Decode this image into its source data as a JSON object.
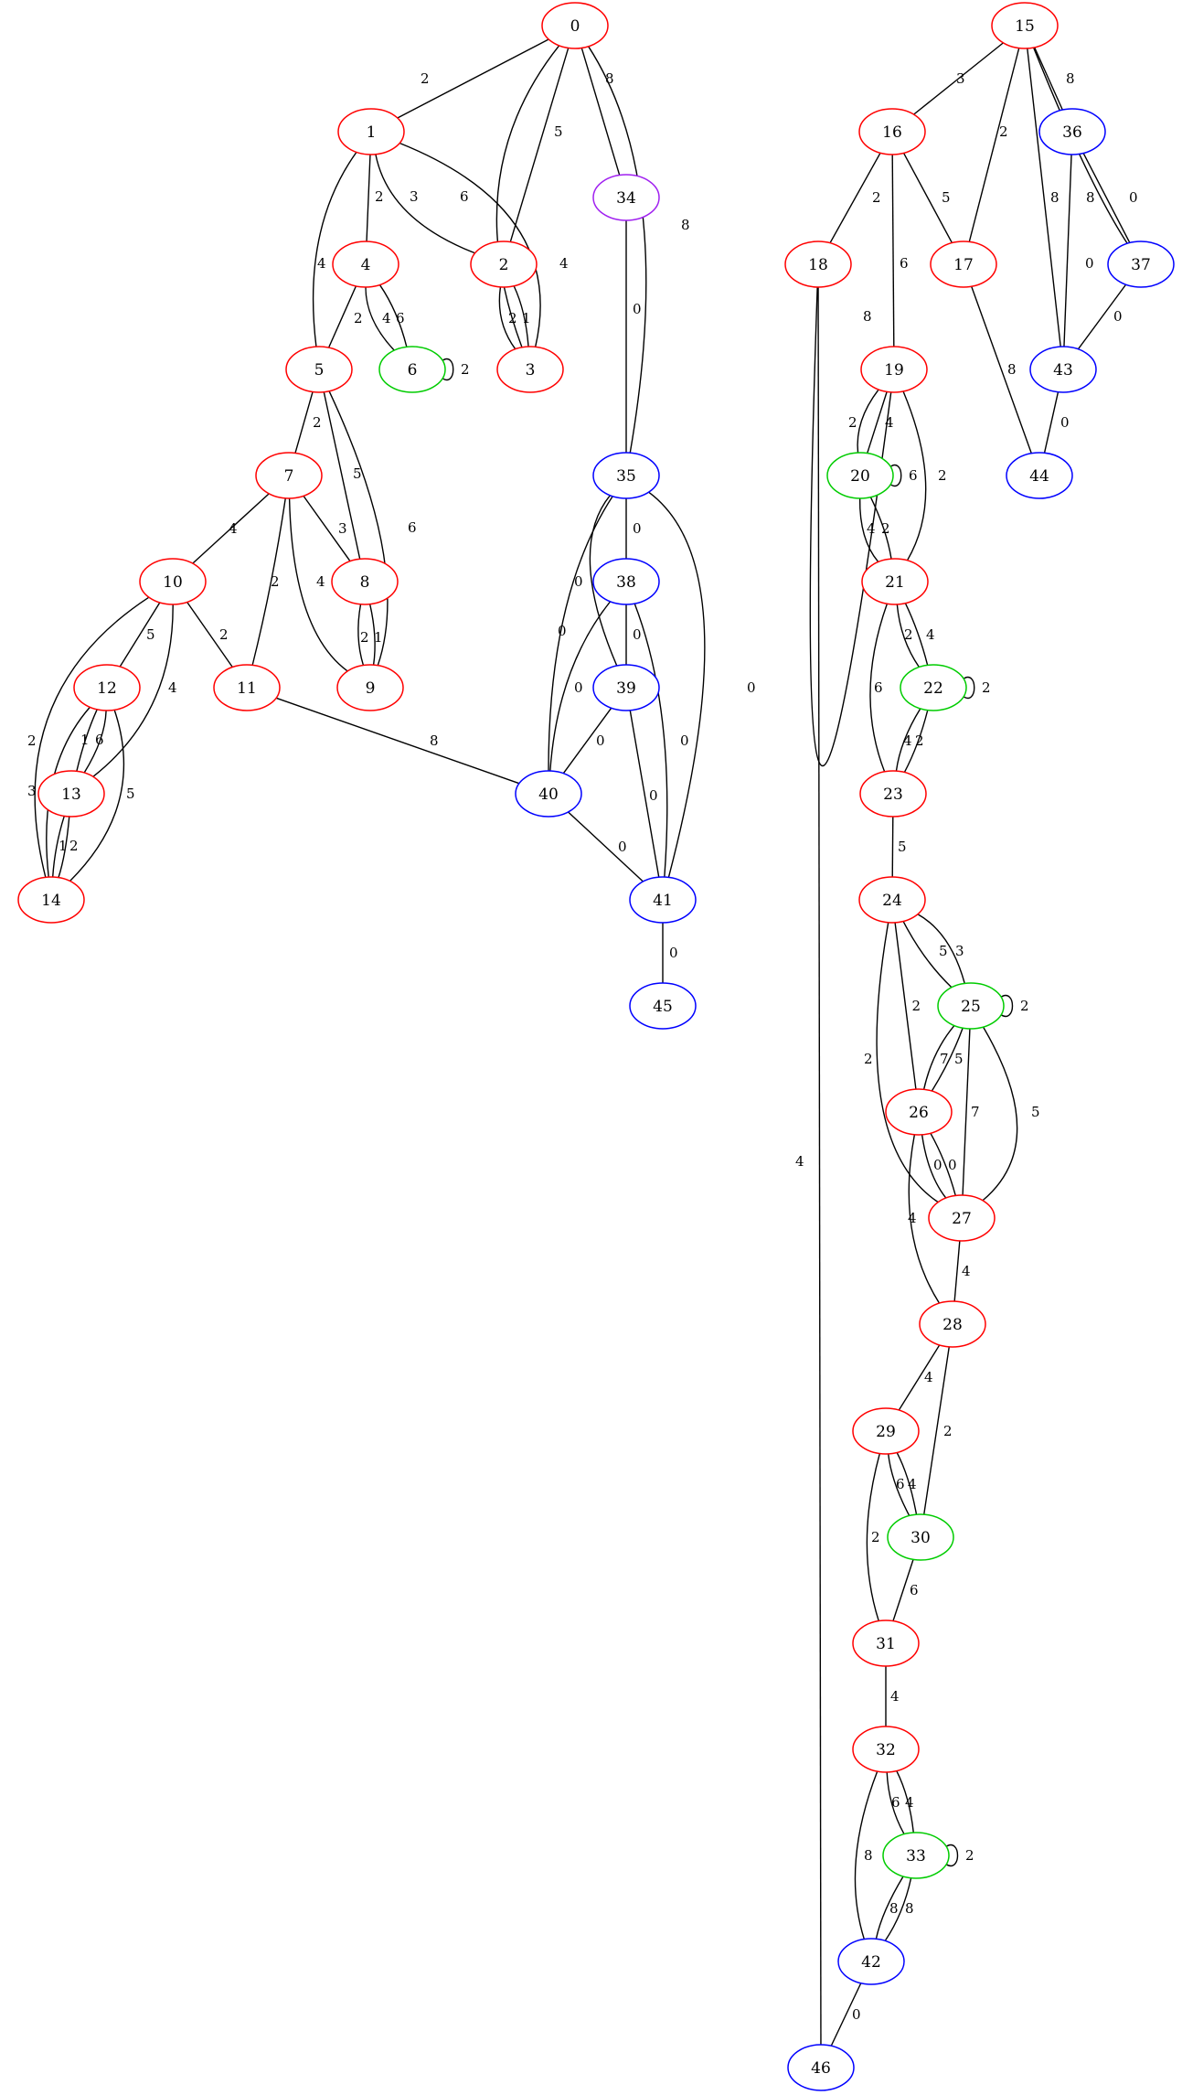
{
  "colors": {
    "red": "#ff0000",
    "green": "#00cc00",
    "blue": "#0000ff",
    "purple": "#a020f0",
    "edge": "#000000"
  },
  "nodes": [
    {
      "id": "0",
      "color": "red"
    },
    {
      "id": "1",
      "color": "red"
    },
    {
      "id": "2",
      "color": "red"
    },
    {
      "id": "3",
      "color": "red"
    },
    {
      "id": "4",
      "color": "red"
    },
    {
      "id": "5",
      "color": "red"
    },
    {
      "id": "6",
      "color": "green"
    },
    {
      "id": "7",
      "color": "red"
    },
    {
      "id": "8",
      "color": "red"
    },
    {
      "id": "9",
      "color": "red"
    },
    {
      "id": "10",
      "color": "red"
    },
    {
      "id": "11",
      "color": "red"
    },
    {
      "id": "12",
      "color": "red"
    },
    {
      "id": "13",
      "color": "red"
    },
    {
      "id": "14",
      "color": "red"
    },
    {
      "id": "15",
      "color": "red"
    },
    {
      "id": "16",
      "color": "red"
    },
    {
      "id": "17",
      "color": "red"
    },
    {
      "id": "18",
      "color": "red"
    },
    {
      "id": "19",
      "color": "red"
    },
    {
      "id": "20",
      "color": "green"
    },
    {
      "id": "21",
      "color": "red"
    },
    {
      "id": "22",
      "color": "green"
    },
    {
      "id": "23",
      "color": "red"
    },
    {
      "id": "24",
      "color": "red"
    },
    {
      "id": "25",
      "color": "green"
    },
    {
      "id": "26",
      "color": "red"
    },
    {
      "id": "27",
      "color": "red"
    },
    {
      "id": "28",
      "color": "red"
    },
    {
      "id": "29",
      "color": "red"
    },
    {
      "id": "30",
      "color": "green"
    },
    {
      "id": "31",
      "color": "red"
    },
    {
      "id": "32",
      "color": "red"
    },
    {
      "id": "33",
      "color": "green"
    },
    {
      "id": "34",
      "color": "purple"
    },
    {
      "id": "35",
      "color": "blue"
    },
    {
      "id": "36",
      "color": "blue"
    },
    {
      "id": "37",
      "color": "blue"
    },
    {
      "id": "38",
      "color": "blue"
    },
    {
      "id": "39",
      "color": "blue"
    },
    {
      "id": "40",
      "color": "blue"
    },
    {
      "id": "41",
      "color": "blue"
    },
    {
      "id": "42",
      "color": "blue"
    },
    {
      "id": "43",
      "color": "blue"
    },
    {
      "id": "44",
      "color": "blue"
    },
    {
      "id": "45",
      "color": "blue"
    },
    {
      "id": "46",
      "color": "blue"
    }
  ],
  "edges": [
    {
      "from": "0",
      "to": "1",
      "label": "2"
    },
    {
      "from": "0",
      "to": "2",
      "label": "5"
    },
    {
      "from": "0",
      "to": "3",
      "label": "6"
    },
    {
      "from": "0",
      "to": "34",
      "label": "8"
    },
    {
      "from": "0",
      "to": "35",
      "label": "8"
    },
    {
      "from": "1",
      "to": "4",
      "label": "2"
    },
    {
      "from": "1",
      "to": "2",
      "label": "3"
    },
    {
      "from": "1",
      "to": "3",
      "label": "4"
    },
    {
      "from": "1",
      "to": "5",
      "label": "4"
    },
    {
      "from": "2",
      "to": "3",
      "label": "2"
    },
    {
      "from": "2",
      "to": "3",
      "label": "1"
    },
    {
      "from": "4",
      "to": "5",
      "label": "2"
    },
    {
      "from": "4",
      "to": "6",
      "label": "4"
    },
    {
      "from": "4",
      "to": "6",
      "label": "6"
    },
    {
      "from": "6",
      "to": "6",
      "label": "2"
    },
    {
      "from": "5",
      "to": "7",
      "label": "2"
    },
    {
      "from": "5",
      "to": "8",
      "label": "5"
    },
    {
      "from": "5",
      "to": "9",
      "label": "6"
    },
    {
      "from": "7",
      "to": "10",
      "label": "4"
    },
    {
      "from": "7",
      "to": "8",
      "label": "3"
    },
    {
      "from": "7",
      "to": "11",
      "label": "2"
    },
    {
      "from": "7",
      "to": "9",
      "label": "4"
    },
    {
      "from": "8",
      "to": "9",
      "label": "2"
    },
    {
      "from": "8",
      "to": "9",
      "label": "1"
    },
    {
      "from": "10",
      "to": "12",
      "label": "5"
    },
    {
      "from": "10",
      "to": "11",
      "label": "2"
    },
    {
      "from": "10",
      "to": "13",
      "label": "4"
    },
    {
      "from": "10",
      "to": "14",
      "label": "2"
    },
    {
      "from": "12",
      "to": "13",
      "label": "1"
    },
    {
      "from": "12",
      "to": "13",
      "label": "6"
    },
    {
      "from": "12",
      "to": "14",
      "label": "3"
    },
    {
      "from": "12",
      "to": "14",
      "label": "5"
    },
    {
      "from": "13",
      "to": "14",
      "label": "1"
    },
    {
      "from": "13",
      "to": "14",
      "label": "2"
    },
    {
      "from": "11",
      "to": "40",
      "label": "8"
    },
    {
      "from": "34",
      "to": "35",
      "label": "0"
    },
    {
      "from": "35",
      "to": "38",
      "label": "0"
    },
    {
      "from": "35",
      "to": "39",
      "label": "0"
    },
    {
      "from": "35",
      "to": "40",
      "label": "0"
    },
    {
      "from": "35",
      "to": "41",
      "label": "0"
    },
    {
      "from": "38",
      "to": "39",
      "label": "0"
    },
    {
      "from": "38",
      "to": "40",
      "label": "0"
    },
    {
      "from": "38",
      "to": "41",
      "label": "0"
    },
    {
      "from": "39",
      "to": "40",
      "label": "0"
    },
    {
      "from": "39",
      "to": "41",
      "label": "0"
    },
    {
      "from": "40",
      "to": "41",
      "label": "0"
    },
    {
      "from": "41",
      "to": "45",
      "label": "0"
    },
    {
      "from": "15",
      "to": "16",
      "label": "3"
    },
    {
      "from": "15",
      "to": "17",
      "label": "2"
    },
    {
      "from": "15",
      "to": "36",
      "label": "8"
    },
    {
      "from": "15",
      "to": "43",
      "label": "8"
    },
    {
      "from": "15",
      "to": "37",
      "label": "8"
    },
    {
      "from": "16",
      "to": "18",
      "label": "2"
    },
    {
      "from": "16",
      "to": "19",
      "label": "6"
    },
    {
      "from": "16",
      "to": "17",
      "label": "5"
    },
    {
      "from": "18",
      "to": "19",
      "label": "4"
    },
    {
      "from": "18",
      "to": "46",
      "label": "8"
    },
    {
      "from": "17",
      "to": "44",
      "label": "8"
    },
    {
      "from": "36",
      "to": "37",
      "label": "0"
    },
    {
      "from": "36",
      "to": "43",
      "label": "0"
    },
    {
      "from": "37",
      "to": "43",
      "label": "0"
    },
    {
      "from": "43",
      "to": "44",
      "label": "0"
    },
    {
      "from": "19",
      "to": "20",
      "label": "2"
    },
    {
      "from": "19",
      "to": "20",
      "label": "4"
    },
    {
      "from": "19",
      "to": "21",
      "label": "2"
    },
    {
      "from": "20",
      "to": "20",
      "label": "6"
    },
    {
      "from": "20",
      "to": "21",
      "label": "4"
    },
    {
      "from": "20",
      "to": "21",
      "label": "2"
    },
    {
      "from": "21",
      "to": "22",
      "label": "2"
    },
    {
      "from": "21",
      "to": "22",
      "label": "4"
    },
    {
      "from": "21",
      "to": "23",
      "label": "6"
    },
    {
      "from": "22",
      "to": "22",
      "label": "2"
    },
    {
      "from": "22",
      "to": "23",
      "label": "4"
    },
    {
      "from": "22",
      "to": "23",
      "label": "2"
    },
    {
      "from": "23",
      "to": "24",
      "label": "5"
    },
    {
      "from": "24",
      "to": "25",
      "label": "5"
    },
    {
      "from": "24",
      "to": "25",
      "label": "3"
    },
    {
      "from": "24",
      "to": "26",
      "label": "2"
    },
    {
      "from": "24",
      "to": "27",
      "label": "2"
    },
    {
      "from": "25",
      "to": "25",
      "label": "2"
    },
    {
      "from": "25",
      "to": "26",
      "label": "7"
    },
    {
      "from": "25",
      "to": "26",
      "label": "5"
    },
    {
      "from": "25",
      "to": "27",
      "label": "7"
    },
    {
      "from": "25",
      "to": "27",
      "label": "5"
    },
    {
      "from": "26",
      "to": "27",
      "label": "0"
    },
    {
      "from": "26",
      "to": "27",
      "label": "0"
    },
    {
      "from": "26",
      "to": "28",
      "label": "4"
    },
    {
      "from": "27",
      "to": "28",
      "label": "4"
    },
    {
      "from": "28",
      "to": "29",
      "label": "4"
    },
    {
      "from": "28",
      "to": "30",
      "label": "2"
    },
    {
      "from": "29",
      "to": "30",
      "label": "6"
    },
    {
      "from": "29",
      "to": "30",
      "label": "4"
    },
    {
      "from": "29",
      "to": "31",
      "label": "2"
    },
    {
      "from": "30",
      "to": "31",
      "label": "6"
    },
    {
      "from": "31",
      "to": "32",
      "label": "4"
    },
    {
      "from": "32",
      "to": "33",
      "label": "6"
    },
    {
      "from": "32",
      "to": "33",
      "label": "4"
    },
    {
      "from": "32",
      "to": "42",
      "label": "8"
    },
    {
      "from": "33",
      "to": "33",
      "label": "2"
    },
    {
      "from": "33",
      "to": "42",
      "label": "8"
    },
    {
      "from": "33",
      "to": "42",
      "label": "8"
    },
    {
      "from": "42",
      "to": "46",
      "label": "0"
    }
  ]
}
